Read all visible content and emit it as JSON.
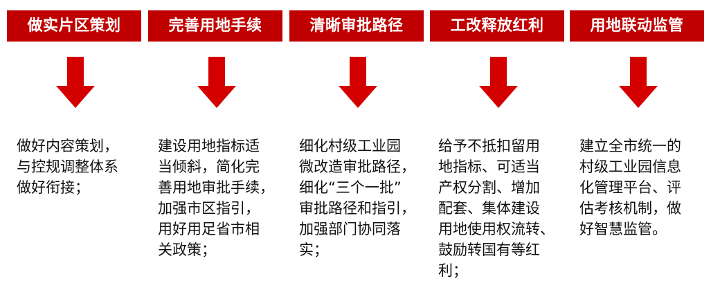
{
  "colors": {
    "header_bg": "#c00000",
    "header_text": "#ffffff",
    "arrow": "#d40000",
    "body_text": "#111111"
  },
  "steps": [
    {
      "title": "做实片区策划",
      "lines": [
        "做好内容策划，",
        "与控规调整体系",
        "做好衔接；"
      ]
    },
    {
      "title": "完善用地手续",
      "lines": [
        "建设用地指标适",
        "当倾斜，简化完",
        "善用地审批手续，",
        "加强市区指引，",
        "用好用足省市相",
        "关政策；"
      ]
    },
    {
      "title": "清晰审批路径",
      "lines": [
        "细化村级工业园",
        "微改造审批路径，",
        "细化“三个一批”",
        "审批路径和指引，",
        "加强部门协同落",
        "实；"
      ]
    },
    {
      "title": "工改释放红利",
      "lines": [
        "给予不抵扣留用",
        "地指标、可适当",
        "产权分割、增加",
        "配套、集体建设",
        "用地使用权流转、",
        "鼓励转国有等红",
        "利；"
      ]
    },
    {
      "title": "用地联动监管",
      "lines": [
        "建立全市统一的",
        "村级工业园信息",
        "化管理平台、评",
        "估考核机制，做",
        "好智慧监管。"
      ]
    }
  ]
}
